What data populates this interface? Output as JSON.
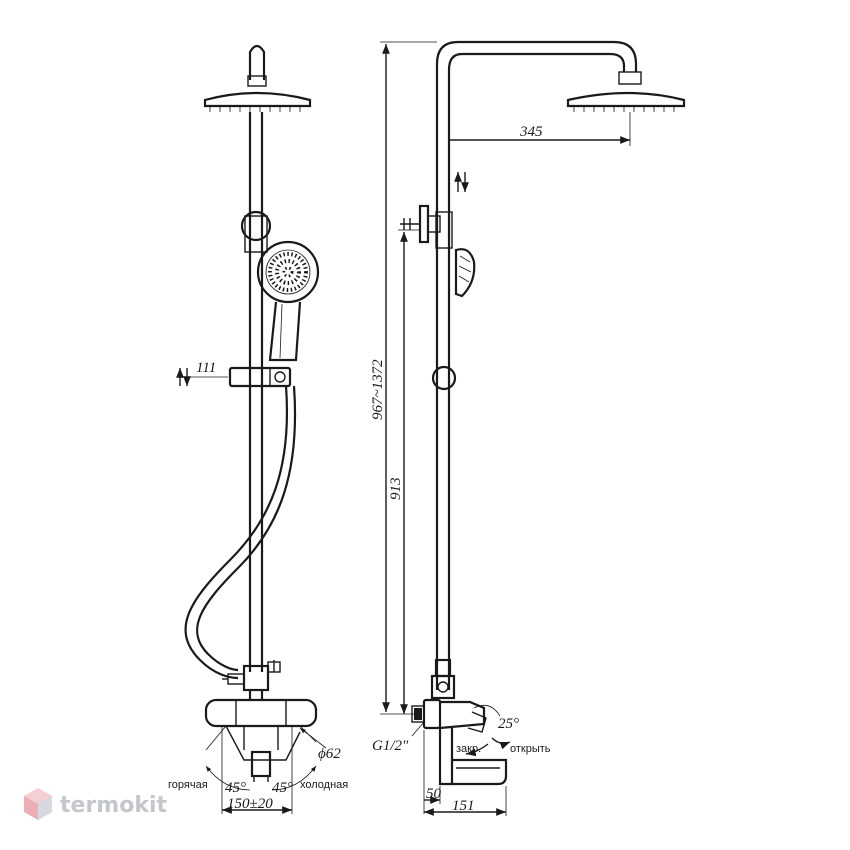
{
  "dimensions": {
    "slide_travel": "111",
    "head_arm": "345",
    "total_height": "967~1372",
    "bracket_height": "913",
    "connection": "G1/2\"",
    "wall_offset": "50",
    "depth": "151",
    "handle_diameter": "ϕ62",
    "centers": "150±20",
    "angle_left": "45°",
    "angle_right": "45°",
    "lever_angle": "25°"
  },
  "labels": {
    "hot": "горячая",
    "cold": "холодная",
    "closed": "закр.",
    "open": "открыть"
  },
  "watermark": {
    "text": "termokit",
    "color": "#b9bec4",
    "accent": "#e8a0a8"
  }
}
